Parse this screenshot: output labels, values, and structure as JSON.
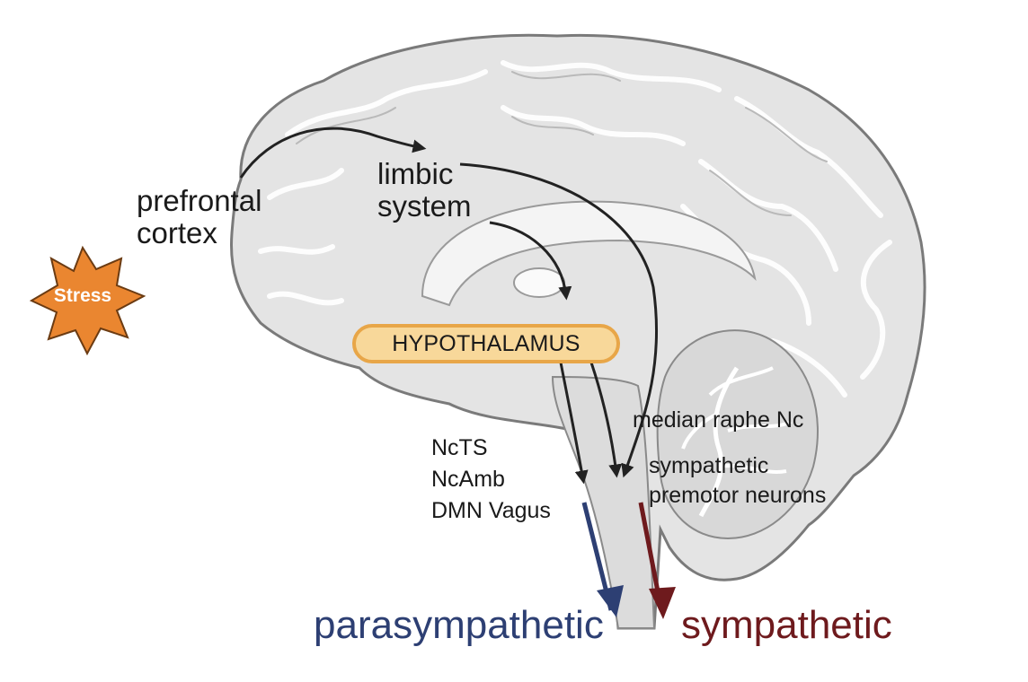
{
  "stressor": {
    "label": "Stress",
    "fill_color": "#ea8630",
    "stroke_color": "#6b3b12"
  },
  "regions": {
    "prefrontal_cortex": [
      "prefrontal",
      "cortex"
    ],
    "limbic_system": [
      "limbic",
      "system"
    ],
    "hypothalamus": "HYPOTHALAMUS",
    "vagal_nuclei": [
      "NcTS",
      "NcAmb",
      "DMN Vagus"
    ],
    "median_raphe": "median raphe Nc",
    "sympathetic_premotor": [
      "sympathetic",
      "premotor neurons"
    ]
  },
  "outputs": {
    "parasympathetic": {
      "label": "parasympathetic",
      "color": "#2d3f73"
    },
    "sympathetic": {
      "label": "sympathetic",
      "color": "#6e1a1d"
    }
  },
  "colors": {
    "brain_fill": "#e4e4e4",
    "brain_outline": "#7a7a7a",
    "arrow": "#222222",
    "hypothalamus_fill": "#f8d89a",
    "hypothalamus_border": "#e8a648"
  }
}
